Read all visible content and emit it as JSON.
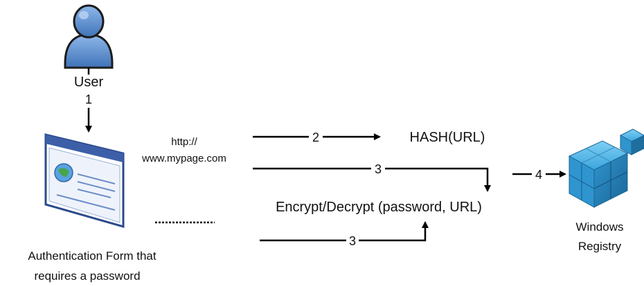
{
  "nodes": {
    "user": {
      "label": "User"
    },
    "auth_form": {
      "label_line1": "Authentication Form that",
      "label_line2": "requires a password"
    },
    "url": {
      "line1": "http://",
      "line2": "www.mypage.com"
    },
    "hash": {
      "label": "HASH(URL)"
    },
    "encrypt": {
      "label": "Encrypt/Decrypt (password, URL)"
    },
    "registry": {
      "label_line1": "Windows",
      "label_line2": "Registry"
    }
  },
  "edges": {
    "user_to_form": "1",
    "url_to_hash": "2",
    "url_to_encrypt": "3",
    "form_to_encrypt": "3",
    "encrypt_to_registry": "4"
  },
  "colors": {
    "user_fill": "#5b8fd0",
    "user_outline": "#1c1c1c",
    "browser_border": "#2b4a8b",
    "browser_titlebar": "#3c5fa8",
    "browser_content": "#ffffff",
    "registry_blue": "#2f95cf",
    "registry_dark": "#1f6f9e"
  }
}
